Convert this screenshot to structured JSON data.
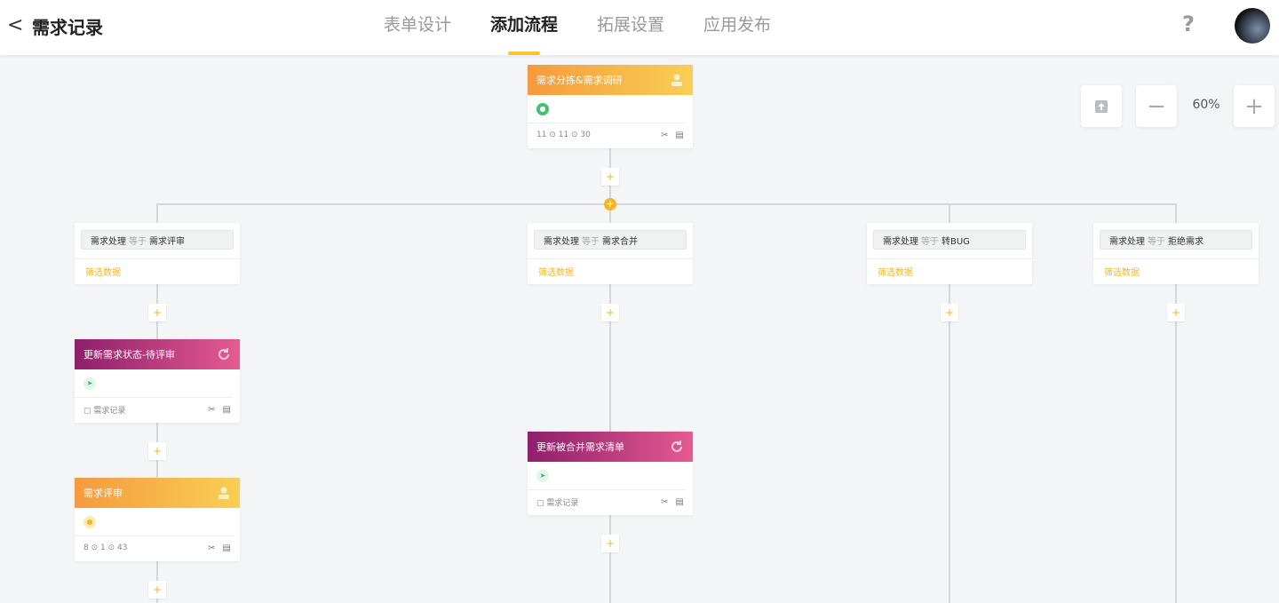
{
  "header": {
    "back_icon": "chevron-left-icon",
    "back_glyph": "<",
    "title": "需求记录",
    "tabs": [
      {
        "label": "表单设计"
      },
      {
        "label": "添加流程",
        "active": true
      },
      {
        "label": "拓展设置"
      },
      {
        "label": "应用发布"
      }
    ],
    "help_glyph": "?",
    "accent_color": "#f7c531"
  },
  "zoom": {
    "level": "60%",
    "minus_glyph": "−",
    "plus_glyph": "+",
    "export_icon": "upload-icon"
  },
  "nodes": {
    "top": {
      "title": "需求分拣&需求调研",
      "stats": "11 ⊙ 11 ⊙ 30"
    },
    "update_status": {
      "title": "更新需求状态-待评审",
      "target": "需求记录"
    },
    "review": {
      "title": "需求评审",
      "stats": "8  ⊙ 1  ⊙ 43"
    },
    "update_merge": {
      "title": "更新被合并需求清单",
      "target": "需求记录"
    }
  },
  "conditions": [
    {
      "field": "需求处理",
      "op": "等于",
      "value": "需求评审",
      "filter": "筛选数据"
    },
    {
      "field": "需求处理",
      "op": "等于",
      "value": "需求合并",
      "filter": "筛选数据"
    },
    {
      "field": "需求处理",
      "op": "等于",
      "value": "转BUG",
      "filter": "筛选数据"
    },
    {
      "field": "需求处理",
      "op": "等于",
      "value": "拒绝需求",
      "filter": "筛选数据"
    }
  ],
  "add_glyph": "+",
  "colors": {
    "orange_start": "#f59a3e",
    "orange_end": "#f8cf55",
    "purple_start": "#8e1f6b",
    "purple_end": "#e55a91",
    "accent": "#f3b625"
  }
}
